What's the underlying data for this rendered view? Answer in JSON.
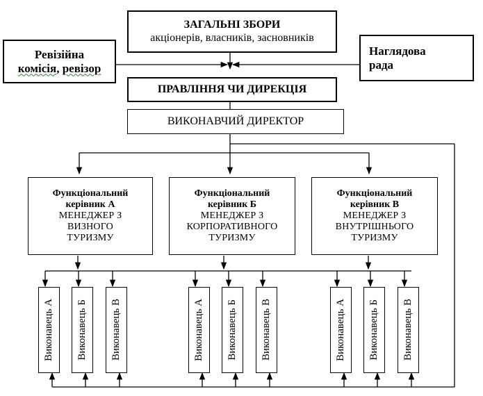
{
  "general_meeting": {
    "title": "ЗАГАЛЬНІ  ЗБОРИ",
    "subtitle": "акціонерів, власників, засновників"
  },
  "audit": {
    "line1": "Ревізійна",
    "line2_part1": "комісія",
    "line2_sep": ", ",
    "line2_part2": "ревізор"
  },
  "supervisory": {
    "line1": "Наглядова",
    "line2": "рада"
  },
  "board": {
    "label": "ПРАВЛІННЯ ЧИ ДИРЕКЦІЯ"
  },
  "executive_director": {
    "label": "ВИКОНАВЧИЙ ДИРЕКТОР"
  },
  "managers": [
    {
      "title": "Функціональний керівник А",
      "line1": "МЕНЕДЖЕР З",
      "line2": "ВИЗНОГО",
      "line3": "ТУРИЗМУ"
    },
    {
      "title": "Функціональний керівник Б",
      "line1": "МЕНЕДЖЕР З",
      "line2": "КОРПОРАТИВНОГО",
      "line3": "ТУРИЗМУ"
    },
    {
      "title": "Функціональний керівник В",
      "line1": "МЕНЕДЖЕР З",
      "line2": "ВНУТРІШНЬОГО",
      "line3": "ТУРИЗМУ"
    }
  ],
  "executors": [
    "Виконавець А",
    "Виконавець Б",
    "Виконавець В"
  ]
}
